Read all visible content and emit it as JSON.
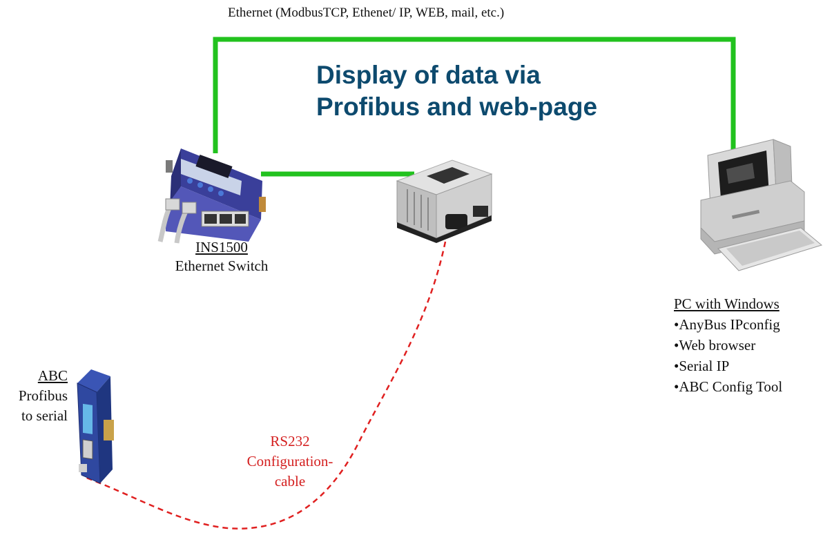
{
  "network": {
    "ethernet_label": "Ethernet (ModbusTCP, Ethenet/ IP, WEB, mail, etc.)",
    "link_color": "#22c21e",
    "serial_cable_color": "#e02020"
  },
  "title": {
    "line1": "Display of data via",
    "line2": "Profibus and web-page",
    "color": "#0d4a6e"
  },
  "switch": {
    "name": "INS1500",
    "description": "Ethernet Switch"
  },
  "pc": {
    "heading": "PC with Windows",
    "items": [
      "•AnyBus IPconfig",
      "•Web browser",
      "•Serial IP",
      "•ABC Config Tool"
    ]
  },
  "abc": {
    "name": "ABC",
    "line2": "Profibus",
    "line3": "to serial"
  },
  "cable": {
    "line1": "RS232",
    "line2": "Configuration-",
    "line3": "cable"
  }
}
